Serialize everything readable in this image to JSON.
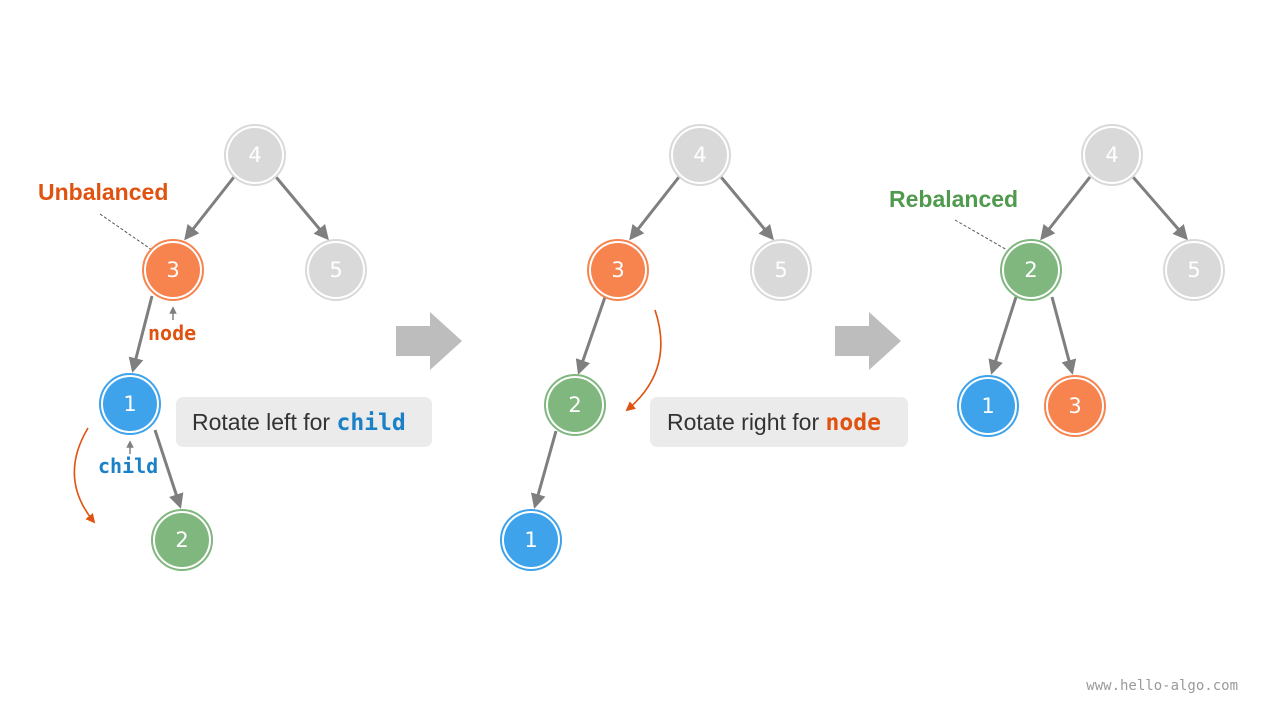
{
  "colors": {
    "gray": "#d9d9d9",
    "orange": "#f7834f",
    "blue": "#3ea3ea",
    "green": "#7fb77e",
    "edge": "#7f7f7f",
    "accent_orange": "#e0520f",
    "accent_blue": "#1a80c8",
    "accent_green": "#4f9a4c",
    "callout_bg": "#ebebeb"
  },
  "stage1": {
    "nodes": [
      "4",
      "3",
      "5",
      "1",
      "2"
    ],
    "unbalanced_label": "Unbalanced",
    "node_pointer": "node",
    "child_pointer": "child",
    "callout_text": "Rotate left for ",
    "callout_code": "child"
  },
  "stage2": {
    "nodes": [
      "4",
      "3",
      "5",
      "2",
      "1"
    ],
    "callout_text": "Rotate right for ",
    "callout_code": "node"
  },
  "stage3": {
    "nodes": [
      "4",
      "2",
      "5",
      "1",
      "3"
    ],
    "rebalanced_label": "Rebalanced"
  },
  "arrow_icons": [
    "right-arrow-icon",
    "right-arrow-icon"
  ],
  "watermark": "www.hello-algo.com"
}
